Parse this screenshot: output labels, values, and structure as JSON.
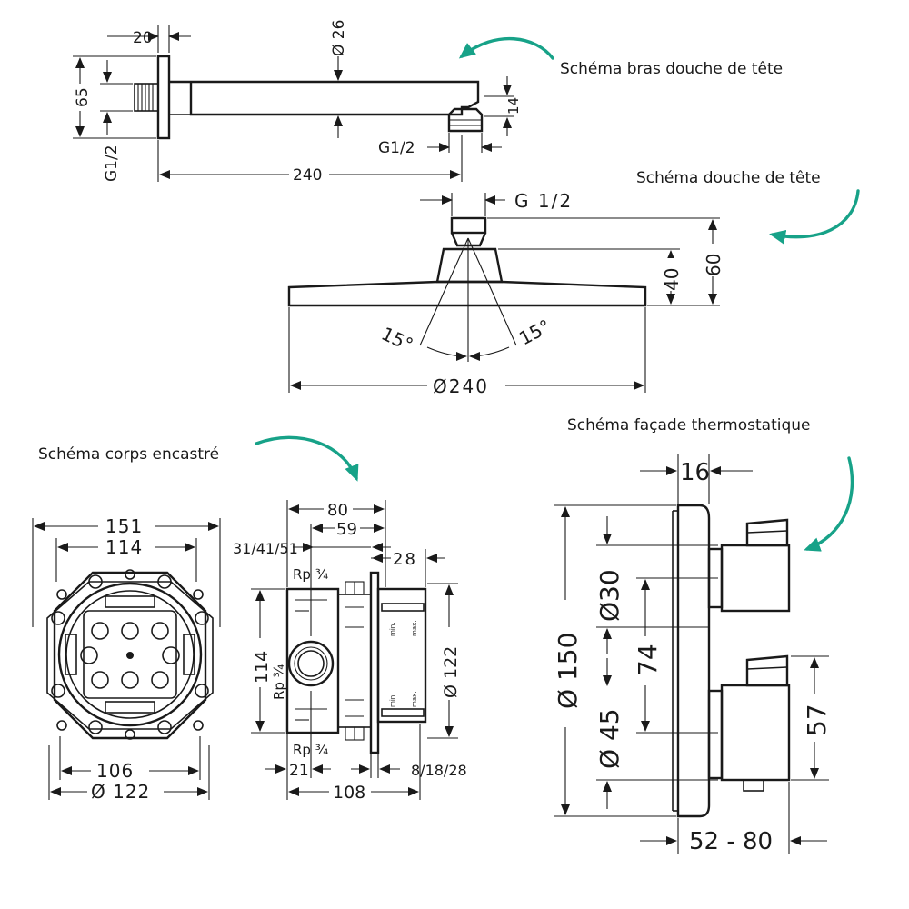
{
  "captions": {
    "arm": "Schéma bras douche de tête",
    "head": "Schéma douche de tête",
    "body": "Schéma corps encastré",
    "facade": "Schéma façade thermostatique"
  },
  "arm_dims": {
    "flange_width": "20",
    "diameter": "Ø 26",
    "height": "65",
    "thread_wall": "G1/2",
    "thread_outlet": "G1/2",
    "outlet_height": "14",
    "length": "240"
  },
  "head_dims": {
    "thread": "G 1/2",
    "height_total": "60",
    "height_body": "40",
    "angle_left": "15°",
    "angle_right": "15°",
    "diameter": "Ø240"
  },
  "body_front_dims": {
    "outer_width": "151",
    "inner_width": "114",
    "bottom_inner": "106",
    "bottom_diameter": "Ø 122"
  },
  "body_side_dims": {
    "top_total": "80",
    "top_inner": "59",
    "depth_options": "31/41/51",
    "right_offset": "28",
    "connection_top": "Rp ¾",
    "connection_side": "Rp ¾",
    "connection_bottom": "Rp ¾",
    "height": "114",
    "diameter": "Ø 122",
    "bottom_left": "21",
    "bottom_right": "8/18/28",
    "bottom_total": "108",
    "min_label": "min.",
    "max_label": "max."
  },
  "facade_dims": {
    "plate_thickness": "16",
    "plate_diameter": "Ø 150",
    "knob_top_diameter": "Ø30",
    "knob_bottom_diameter": "Ø 45",
    "knob_spacing": "74",
    "knob_height": "57",
    "projection": "52 - 80"
  },
  "accent_color": "#17a288"
}
